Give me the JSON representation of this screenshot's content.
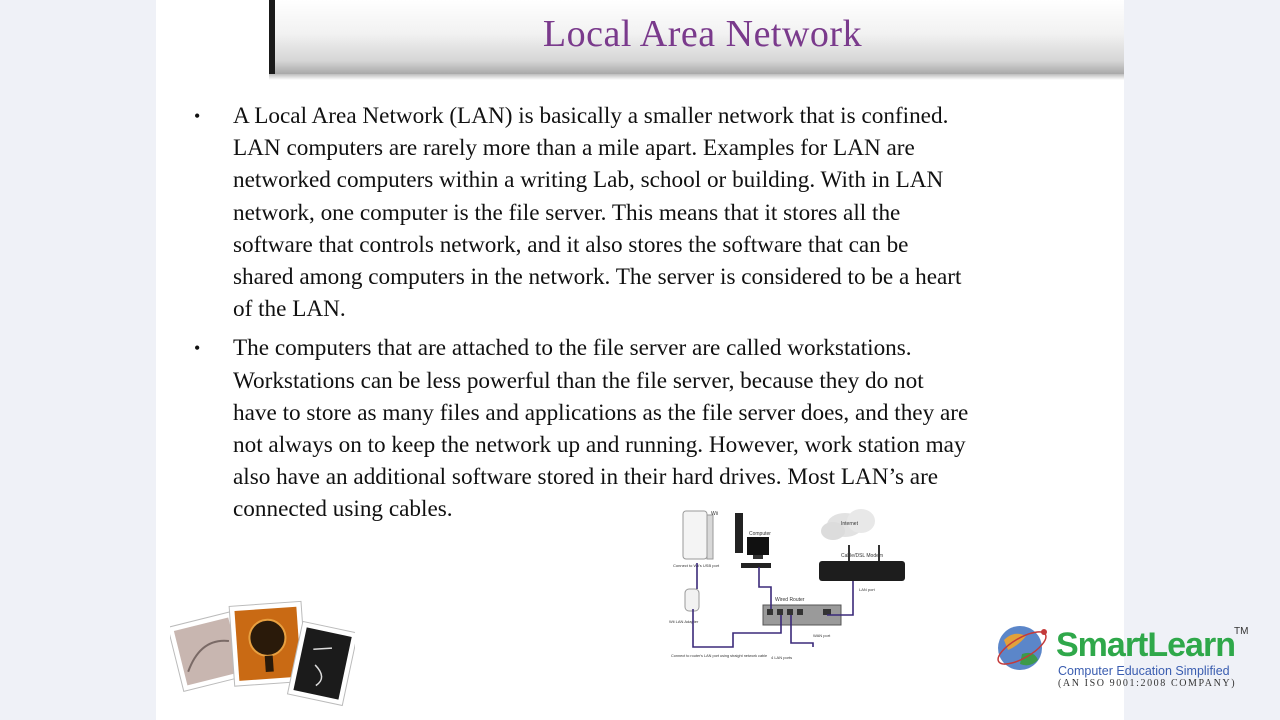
{
  "slide": {
    "title": "Local Area Network",
    "bullet_symbol": "•",
    "bullets": [
      " A Local Area Network (LAN) is basically a smaller network that is confined.\nLAN computers are rarely more than a mile apart. Examples for LAN are\nnetworked computers within a writing Lab, school or building.  With in LAN\nnetwork, one computer is the file server.  This means that it stores all the\nsoftware that controls network, and it also stores the software that can be\nshared among computers in the network.  The server is considered to be a heart\nof the LAN.",
      " The computers that are attached to the file server  are called workstations.\nWorkstations can be less powerful than the file server, because they do not\nhave to store as many files and applications as the file server does, and they are\nnot always on to keep the network up and running.  However, work station may\nalso have an additional software stored in their hard drives. Most LAN’s are\nconnected using cables."
    ]
  },
  "diagram": {
    "wii": "Wii",
    "computer": "Computer",
    "internet": "Internet",
    "modem": "Cable/DSL Modem",
    "lan_port": "LAN port",
    "wired_router": "Wired Router",
    "wan_port": "WAN port",
    "lan_ports": "4 LAN ports",
    "connect_usb": "Connect to Wii's USB port",
    "wii_lan_adapter": "Wii LAN Adapter",
    "connect_router": "Connect to router's LAN port using straight network cable"
  },
  "logo": {
    "name": "SmartLearn",
    "tm": "TM",
    "tagline": "Computer Education Simplified",
    "iso": "(AN ISO 9001:2008 COMPANY)"
  },
  "colors": {
    "title": "#7a3a8c",
    "logo_green": "#2fa84a",
    "logo_blue": "#3a5db0"
  }
}
